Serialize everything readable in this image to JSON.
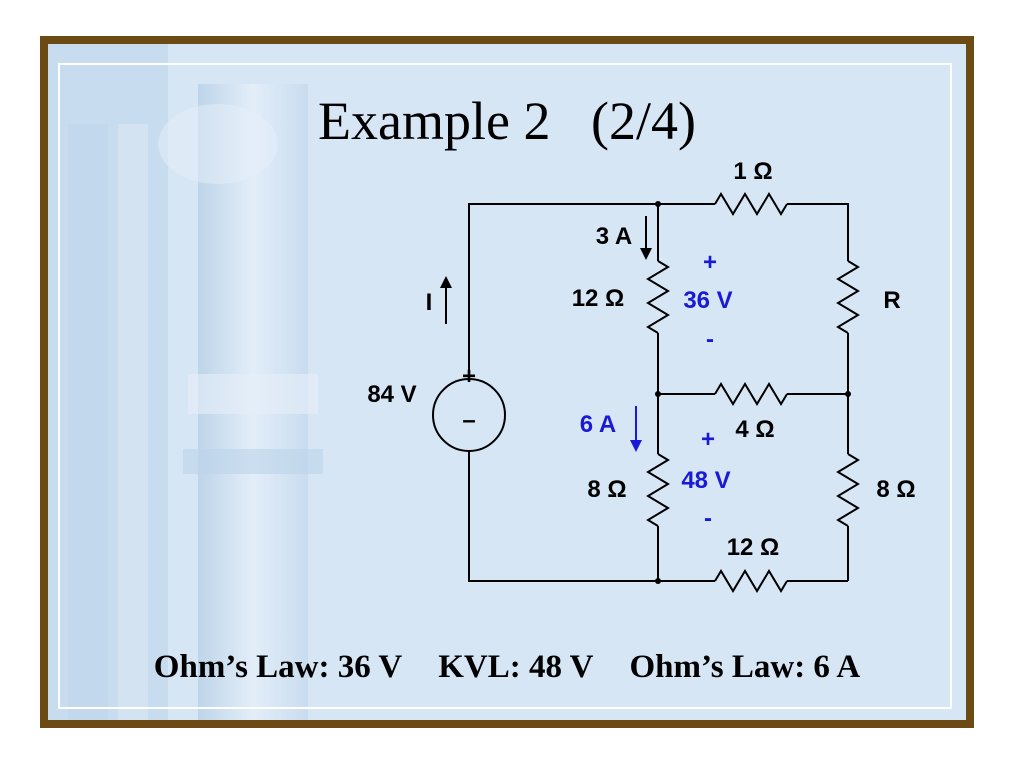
{
  "slide": {
    "title": "Example 2   (2/4)"
  },
  "circuit": {
    "source_label": "84 V",
    "source_plus": "+",
    "source_minus": "–",
    "source_current_label": "I",
    "r_top": "1 Ω",
    "r_left_upper": "12 Ω",
    "r_right_upper": "R",
    "r_middle": "4 Ω",
    "r_left_lower": "8 Ω",
    "r_right_lower": "8 Ω",
    "r_bottom": "12 Ω",
    "current_upper": "3 A",
    "current_lower": "6 A",
    "v_upper": "36 V",
    "v_upper_plus": "+",
    "v_upper_minus": "-",
    "v_lower": "48 V",
    "v_lower_plus": "+",
    "v_lower_minus": "-"
  },
  "summary": {
    "item1": "Ohm’s Law: 36 V",
    "item2": "KVL: 48 V",
    "item3": "Ohm’s Law: 6 A"
  },
  "colors": {
    "frame": "#6b4a14",
    "annotation_blue": "#1a1ad6"
  }
}
